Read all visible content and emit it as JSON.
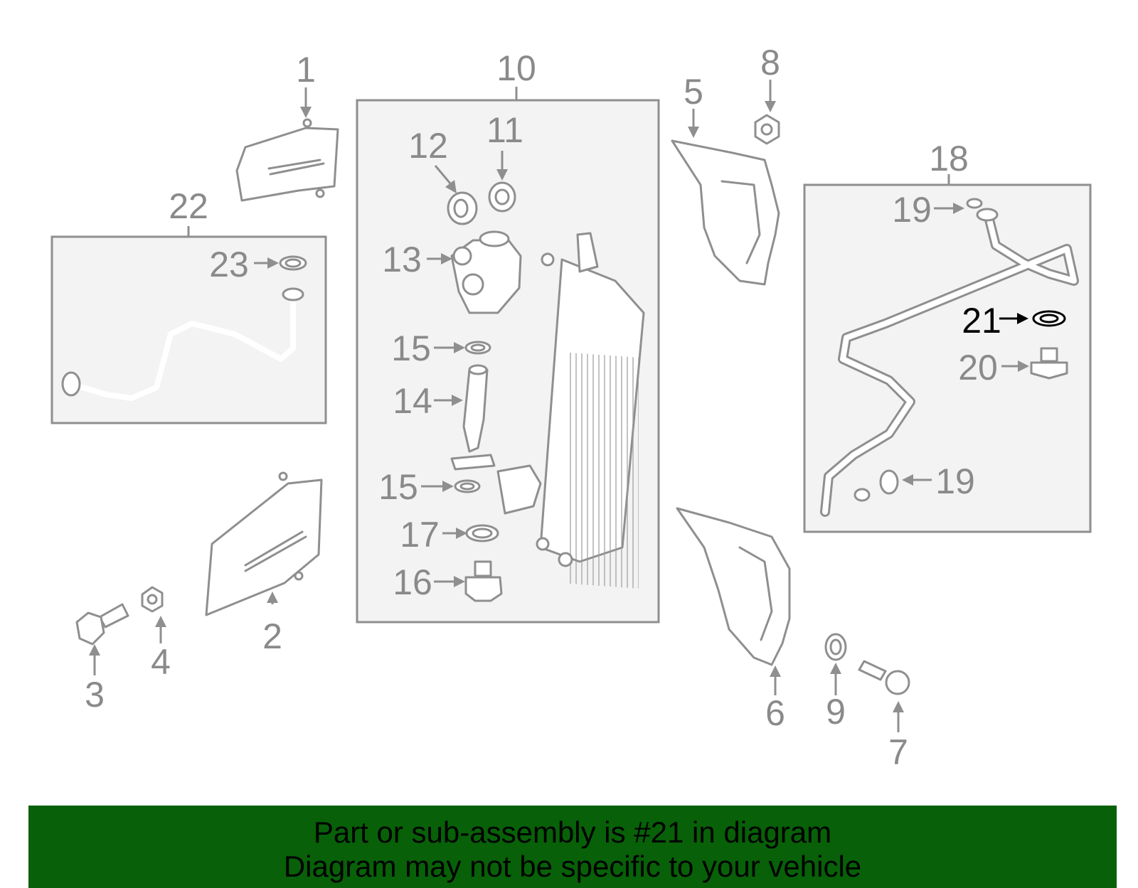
{
  "diagram": {
    "callouts": {
      "c1": "1",
      "c2": "2",
      "c3": "3",
      "c4": "4",
      "c5": "5",
      "c6": "6",
      "c7": "7",
      "c8": "8",
      "c9": "9",
      "c10": "10",
      "c11": "11",
      "c12": "12",
      "c13": "13",
      "c14": "14",
      "c15a": "15",
      "c15b": "15",
      "c16": "16",
      "c17": "17",
      "c18": "18",
      "c19a": "19",
      "c19b": "19",
      "c20": "20",
      "c21": "21",
      "c22": "22",
      "c23": "23"
    },
    "highlighted_part": "21",
    "colors": {
      "line": "#8f8f8f",
      "group_fill": "#f3f3f3",
      "highlight": "#000000",
      "banner": "#086008"
    }
  },
  "banner": {
    "line1": "Part or sub-assembly is #21 in diagram",
    "line2": "Diagram may not be specific to your vehicle"
  }
}
